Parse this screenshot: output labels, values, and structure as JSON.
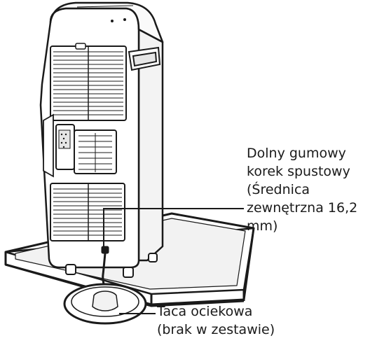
{
  "callouts": {
    "drain_plug": {
      "lines": [
        "Dolny gumowy",
        "korek spustowy",
        "(Średnica",
        "zewnętrzna 16,2",
        "mm)"
      ]
    },
    "drip_tray": {
      "lines": [
        "Taca ociekowa",
        "(brak w zestawie)"
      ]
    }
  },
  "colors": {
    "line": "#1a1a1a",
    "unit_fill": "#ffffff",
    "shade": "#e6e6e6"
  }
}
